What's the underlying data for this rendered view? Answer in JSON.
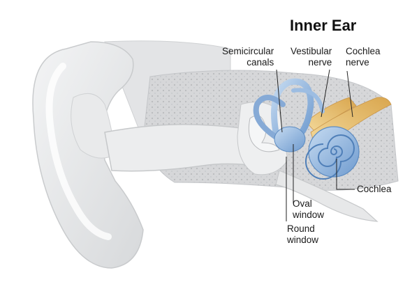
{
  "diagram": {
    "title": "Inner Ear",
    "labels": {
      "semicircular": [
        "Semicircular",
        "canals"
      ],
      "vestibular": [
        "Vestibular",
        "nerve"
      ],
      "cochlea_nerve": [
        "Cochlea",
        "nerve"
      ],
      "cochlea": "Cochlea",
      "oval": [
        "Oval",
        "window"
      ],
      "round": [
        "Round",
        "window"
      ]
    },
    "colors": {
      "outer_ear": "#e6e7e8",
      "outline": "#c8cacc",
      "bone": "#d9dadc",
      "inner_ear": "#8fb4dc",
      "inner_ear_dark": "#5d8cc2",
      "nerve": "#ecc77a",
      "leader": "#222222"
    }
  }
}
